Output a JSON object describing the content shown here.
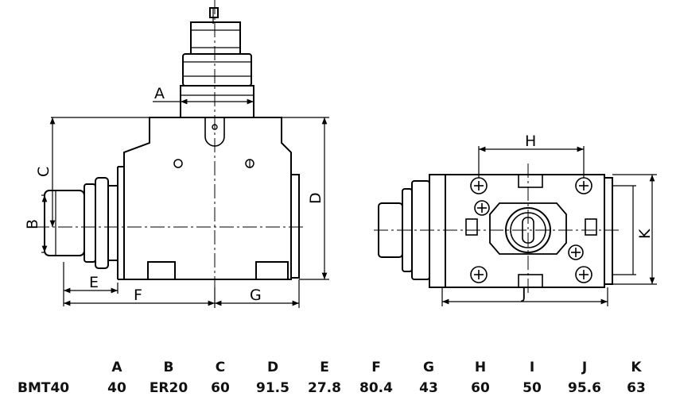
{
  "dimension_labels": {
    "side_view": [
      "A",
      "B",
      "C",
      "D",
      "E",
      "F",
      "G"
    ],
    "front_view": [
      "H",
      "J",
      "K"
    ]
  },
  "table": {
    "headers": [
      "A",
      "B",
      "C",
      "D",
      "E",
      "F",
      "G",
      "H",
      "I",
      "J",
      "K"
    ],
    "model": "BMT40",
    "values": [
      "40",
      "ER20",
      "60",
      "91.5",
      "27.8",
      "80.4",
      "43",
      "60",
      "50",
      "95.6",
      "63"
    ]
  }
}
